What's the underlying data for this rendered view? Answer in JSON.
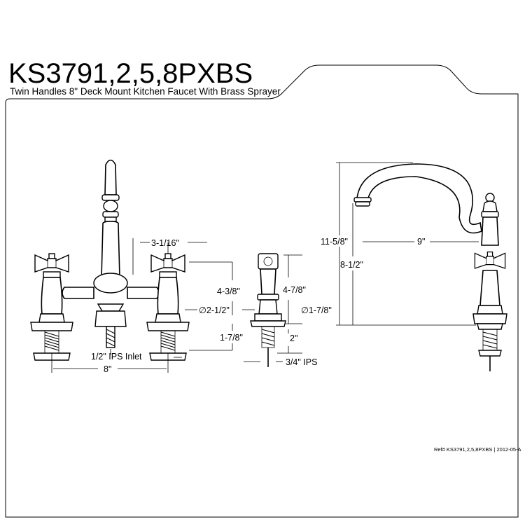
{
  "header": {
    "model": "KS3791,2,5,8PXBS",
    "subtitle": "Twin Handles 8\" Deck Mount Kitchen Faucet With Brass Sprayer"
  },
  "dimensions": {
    "spout_to_handle": "3-1/16\"",
    "handle_height": "4-3/8\"",
    "base_diameter": "∅2-1/2\"",
    "base_height": "1-7/8\"",
    "inlet": "1/2\" IPS Inlet",
    "center_spread": "8\"",
    "sprayer_height": "4-7/8\"",
    "sprayer_diameter": "∅1-7/8\"",
    "sprayer_shank": "2\"",
    "sprayer_thread": "3/4\" IPS",
    "total_height": "11-5/8\"",
    "spout_height": "8-1/2\"",
    "spout_reach": "9\""
  },
  "footer": {
    "reference": "Ref# KS3791,2,5,8PXBS | 2012-05-A"
  }
}
